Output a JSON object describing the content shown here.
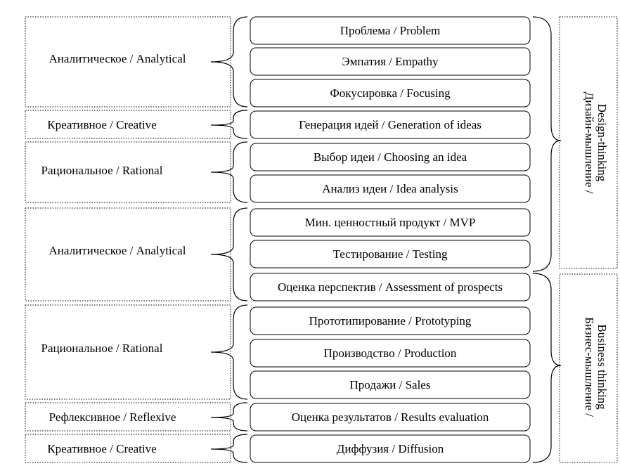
{
  "left_groups": [
    {
      "label": "Аналитическое / Analytical"
    },
    {
      "label": "Креативное / Creative"
    },
    {
      "label": "Рациональное / Rational"
    },
    {
      "label": "Аналитическое / Analytical"
    },
    {
      "label": "Рациональное / Rational"
    },
    {
      "label": "Рефлексивное / Reflexive"
    },
    {
      "label": "Креативное / Creative"
    }
  ],
  "steps": [
    {
      "label": "Проблема / Problem"
    },
    {
      "label": "Эмпатия / Empathy"
    },
    {
      "label": "Фокусировка / Focusing"
    },
    {
      "label": "Генерация идей / Generation of ideas"
    },
    {
      "label": "Выбор идеи / Choosing an idea"
    },
    {
      "label": "Анализ идеи / Idea analysis"
    },
    {
      "label": "Мин. ценностный продукт / MVP"
    },
    {
      "label": "Тестирование / Testing"
    },
    {
      "label": "Оценка перспектив / Assessment of prospects"
    },
    {
      "label": "Прототипирование / Prototyping"
    },
    {
      "label": "Производство / Production"
    },
    {
      "label": "Продажи / Sales"
    },
    {
      "label": "Оценка результатов / Results evaluation"
    },
    {
      "label": "Диффузия / Diffusion"
    }
  ],
  "phases": [
    {
      "line1": "Дизайн-мышление /",
      "line2": "Design-thinking"
    },
    {
      "line1": "Бизнес-мышление /",
      "line2": "Business thinking"
    }
  ]
}
